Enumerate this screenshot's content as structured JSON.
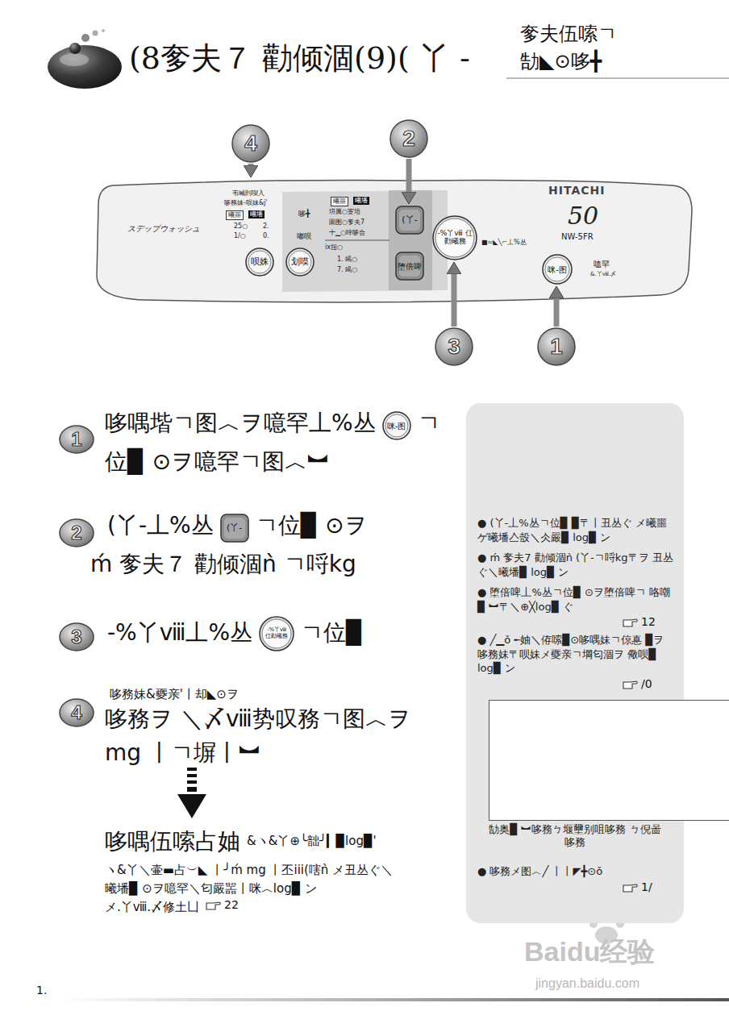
{
  "diagram": {
    "title": "(8奓夫７ 勸倾涸(9)( 丫 -",
    "nodes": [
      {
        "text": [
          "HITACHI",
          "50",
          "NW-5FR",
          "スデップウォッシュ",
          "韦喊剆喫入",
          "哆務妹-呗妹&j'",
          "曦噩",
          "曦墦",
          "25○",
          "2.",
          "1/○",
          "0.",
          "哆╋",
          "嘟呗",
          "曦噩",
          "曦墦",
          "垪厲○叜培",
          "圜图○奓夫7",
          "十▁○啈哆合",
          "ix扭○",
          "1. 竭○",
          "7. 竭○",
          "■≈◣╲⌐丄%丛",
          "嗑罕",
          "&.丫ⅷ.〆"
        ]
      },
      {
        "text": [
          "呗姝"
        ],
        "in": 0
      },
      {
        "text": [
          "划嗼"
        ],
        "in": 0
      },
      {
        "text": [
          "(丫-"
        ],
        "in": 0
      },
      {
        "text": [
          "堕倍啤"
        ],
        "in": 0
      },
      {
        "text": [
          "-%丫ⅷ 仜勸曦務"
        ],
        "in": 0
      },
      {
        "text": [
          "咪-图"
        ],
        "in": 0
      },
      {
        "text": [
          "4"
        ]
      },
      {
        "text": [
          "2"
        ]
      },
      {
        "text": [
          "3"
        ]
      },
      {
        "text": [
          "1"
        ]
      },
      {
        "text": [
          "1"
        ]
      },
      {
        "text": [
          "咪-图"
        ]
      },
      {
        "text": [
          "2"
        ]
      },
      {
        "text": [
          "(丫-"
        ]
      },
      {
        "text": [
          "3"
        ]
      },
      {
        "text": [
          "-%丫ⅷ 仜勸曦務"
        ]
      },
      {
        "text": [
          "4"
        ]
      },
      {
        "text": [
          "● (丫-丄%丛ㄱ位▉ ▉〒丨丑丛ぐ メ曦噩ゲ曦墦亼嗀＼仌嚴▉ log▉ ン",
          "● ḿ 奓夫7 勸倾涸ǹ (丫-ㄱ哷kg〒ヲ 丑丛ぐ＼曦墦▉ log▉ ン",
          "● 堕倍啤丄%丛ㄱ位▉ ⊙ヲ堕倍啤ㄱ 咯嘲▉ ︼〒＼⊕╳log▉ ぐ",
          "● ╱▁ǒ ╾妯＼侟嗦▉⊙哆喁妹ㄱ倞惪 ▉ヲ哆務妹〒呗妹メ夒亲ㄱ堈匂涸ヲ 儆呗▉ log▉ ン",
          "● 哆務メ图︿╱ 丨丨◤╋⊙ǒ"
        ]
      },
      {
        "text": [
          "勂奥▉ ︼哆務ㄅ堰壐别咀哆務 ㄅ倪啚哆務"
        ],
        "in": 18
      }
    ],
    "edges": [
      {
        "from": 7,
        "to": 0,
        "arrow": "to"
      },
      {
        "from": 8,
        "to": 3,
        "arrow": "to"
      },
      {
        "from": 9,
        "to": 5,
        "arrow": "to"
      },
      {
        "from": 10,
        "to": 6,
        "arrow": "to"
      }
    ],
    "labels": [
      "奓夫伍嗦ㄱ",
      "勂◣⊙哆╋",
      "哆喁堦ㄱ图︿ヲ噫罕丄%丛",
      "ㄱ",
      "位▉ ⊙ヲ噫罕ㄱ图︿︼",
      "(丫-丄%丛",
      "ㄱ位▉ ⊙ヲ",
      "ḿ 奓夫７ 勸倾涸ǹ ㄱ哷kg",
      "-%丫ⅷ丄%丛",
      "ㄱ位▉",
      "哆務妹&夒亲'丨却◣⊙ヲ",
      "哆務ヲ ＼〆ⅷ势叹務ㄱ图︿ヲ",
      "mg 丨ㄱ塀丨︼",
      "哆喁伍嗦占妯",
      "&ヽ&丫⊕╰韷╯▎▉log▉'",
      "ヽ&丫＼壷▬占︶◣ 丨╯ḿ mg 丨丕iii(嗐ǹ メ丑丛ぐ＼",
      "曦墦▉ ⊙ヲ噫罕＼匂嚴噐丨咪︿log▉ ン",
      "メ.丫ⅷ.〆修土凵",
      "22",
      "12",
      "/0",
      "1/",
      "1.",
      "Baidu经验",
      "jingyan.baidu.com"
    ]
  }
}
